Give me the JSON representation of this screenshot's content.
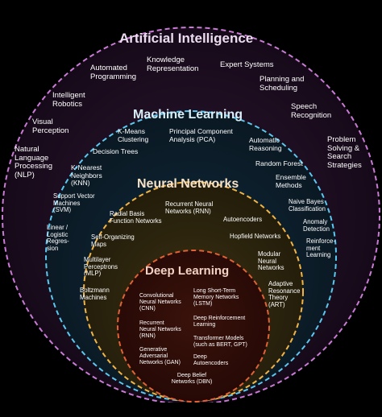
{
  "circles": {
    "ai": {
      "title": "Artificial Intelligence",
      "stroke": "#c97bd6",
      "fill": "#1e0f22"
    },
    "ml": {
      "title": "Machine Learning",
      "stroke": "#5cc8f0",
      "fill": "#0c1f2c"
    },
    "nn": {
      "title": "Neural Networks",
      "stroke": "#f2b545",
      "fill": "#2a2310"
    },
    "dl": {
      "title": "Deep Learning",
      "stroke": "#e06236",
      "fill": "#2a0d08"
    }
  },
  "ai_items": {
    "automated_programming": "Automated\nProgramming",
    "knowledge_representation": "Knowledge\nRepresentation",
    "expert_systems": "Expert Systems",
    "planning_scheduling": "Planning and\nScheduling",
    "intelligent_robotics": "Intelligent\nRobotics",
    "speech_recognition": "Speech\nRecognition",
    "visual_perception": "Visual\nPerception",
    "nlp": "Natural\nLanguage\nProcessing\n(NLP)",
    "problem_solving": "Problem\nSolving &\nSearch\nStrategies"
  },
  "ml_items": {
    "kmeans": "K-Means\nClustering",
    "pca": "Principal Component\nAnalysis (PCA)",
    "automatic_reasoning": "Automatic\nReasoning",
    "decision_trees": "Decision Trees",
    "random_forest": "Random Forest",
    "knn": "K-Nearest\nNeighbors\n(KNN)",
    "ensemble": "Ensemble\nMethods",
    "svm": "Support Vector\nMachines\n(SVM)",
    "naive_bayes": "Naive Bayes\nClassification",
    "logistic": "Linear /\nLogistic\nRegres-\nsion",
    "anomaly": "Anomaly\nDetection",
    "reinforcement": "Reinforce-\nment\nLearning"
  },
  "nn_items": {
    "rnn": "Recurrent Neural\nNetworks (RNN)",
    "rbf": "Radial Basis\nFunction Networks",
    "autoencoders": "Autoencoders",
    "som": "Self-Organizing\nMaps",
    "hopfield": "Hopfield Networks",
    "mlp": "Multilayer\nPerceptrons\n(MLP)",
    "modular": "Modular\nNeural\nNetworks",
    "boltzmann": "Boltzmann\nMachines",
    "art": "Adaptive\nResonance\nTheory\n(ART)"
  },
  "dl_items": {
    "cnn": "Convolutional\nNeural Networks\n(CNN)",
    "lstm": "Long Short-Term\nMemory Networks\n(LSTM)",
    "rnn": "Recurrent\nNeural Networks\n(RNN)",
    "drl": "Deep Reinforcement\nLearning",
    "gan": "Generative\nAdversarial\nNetworks (GAN)",
    "transformer": "Transformer Models\n(such as BERT, GPT)",
    "deep_autoencoders": "Deep\nAutoencoders",
    "dbn": "Deep Belief\nNetworks (DBN)"
  }
}
